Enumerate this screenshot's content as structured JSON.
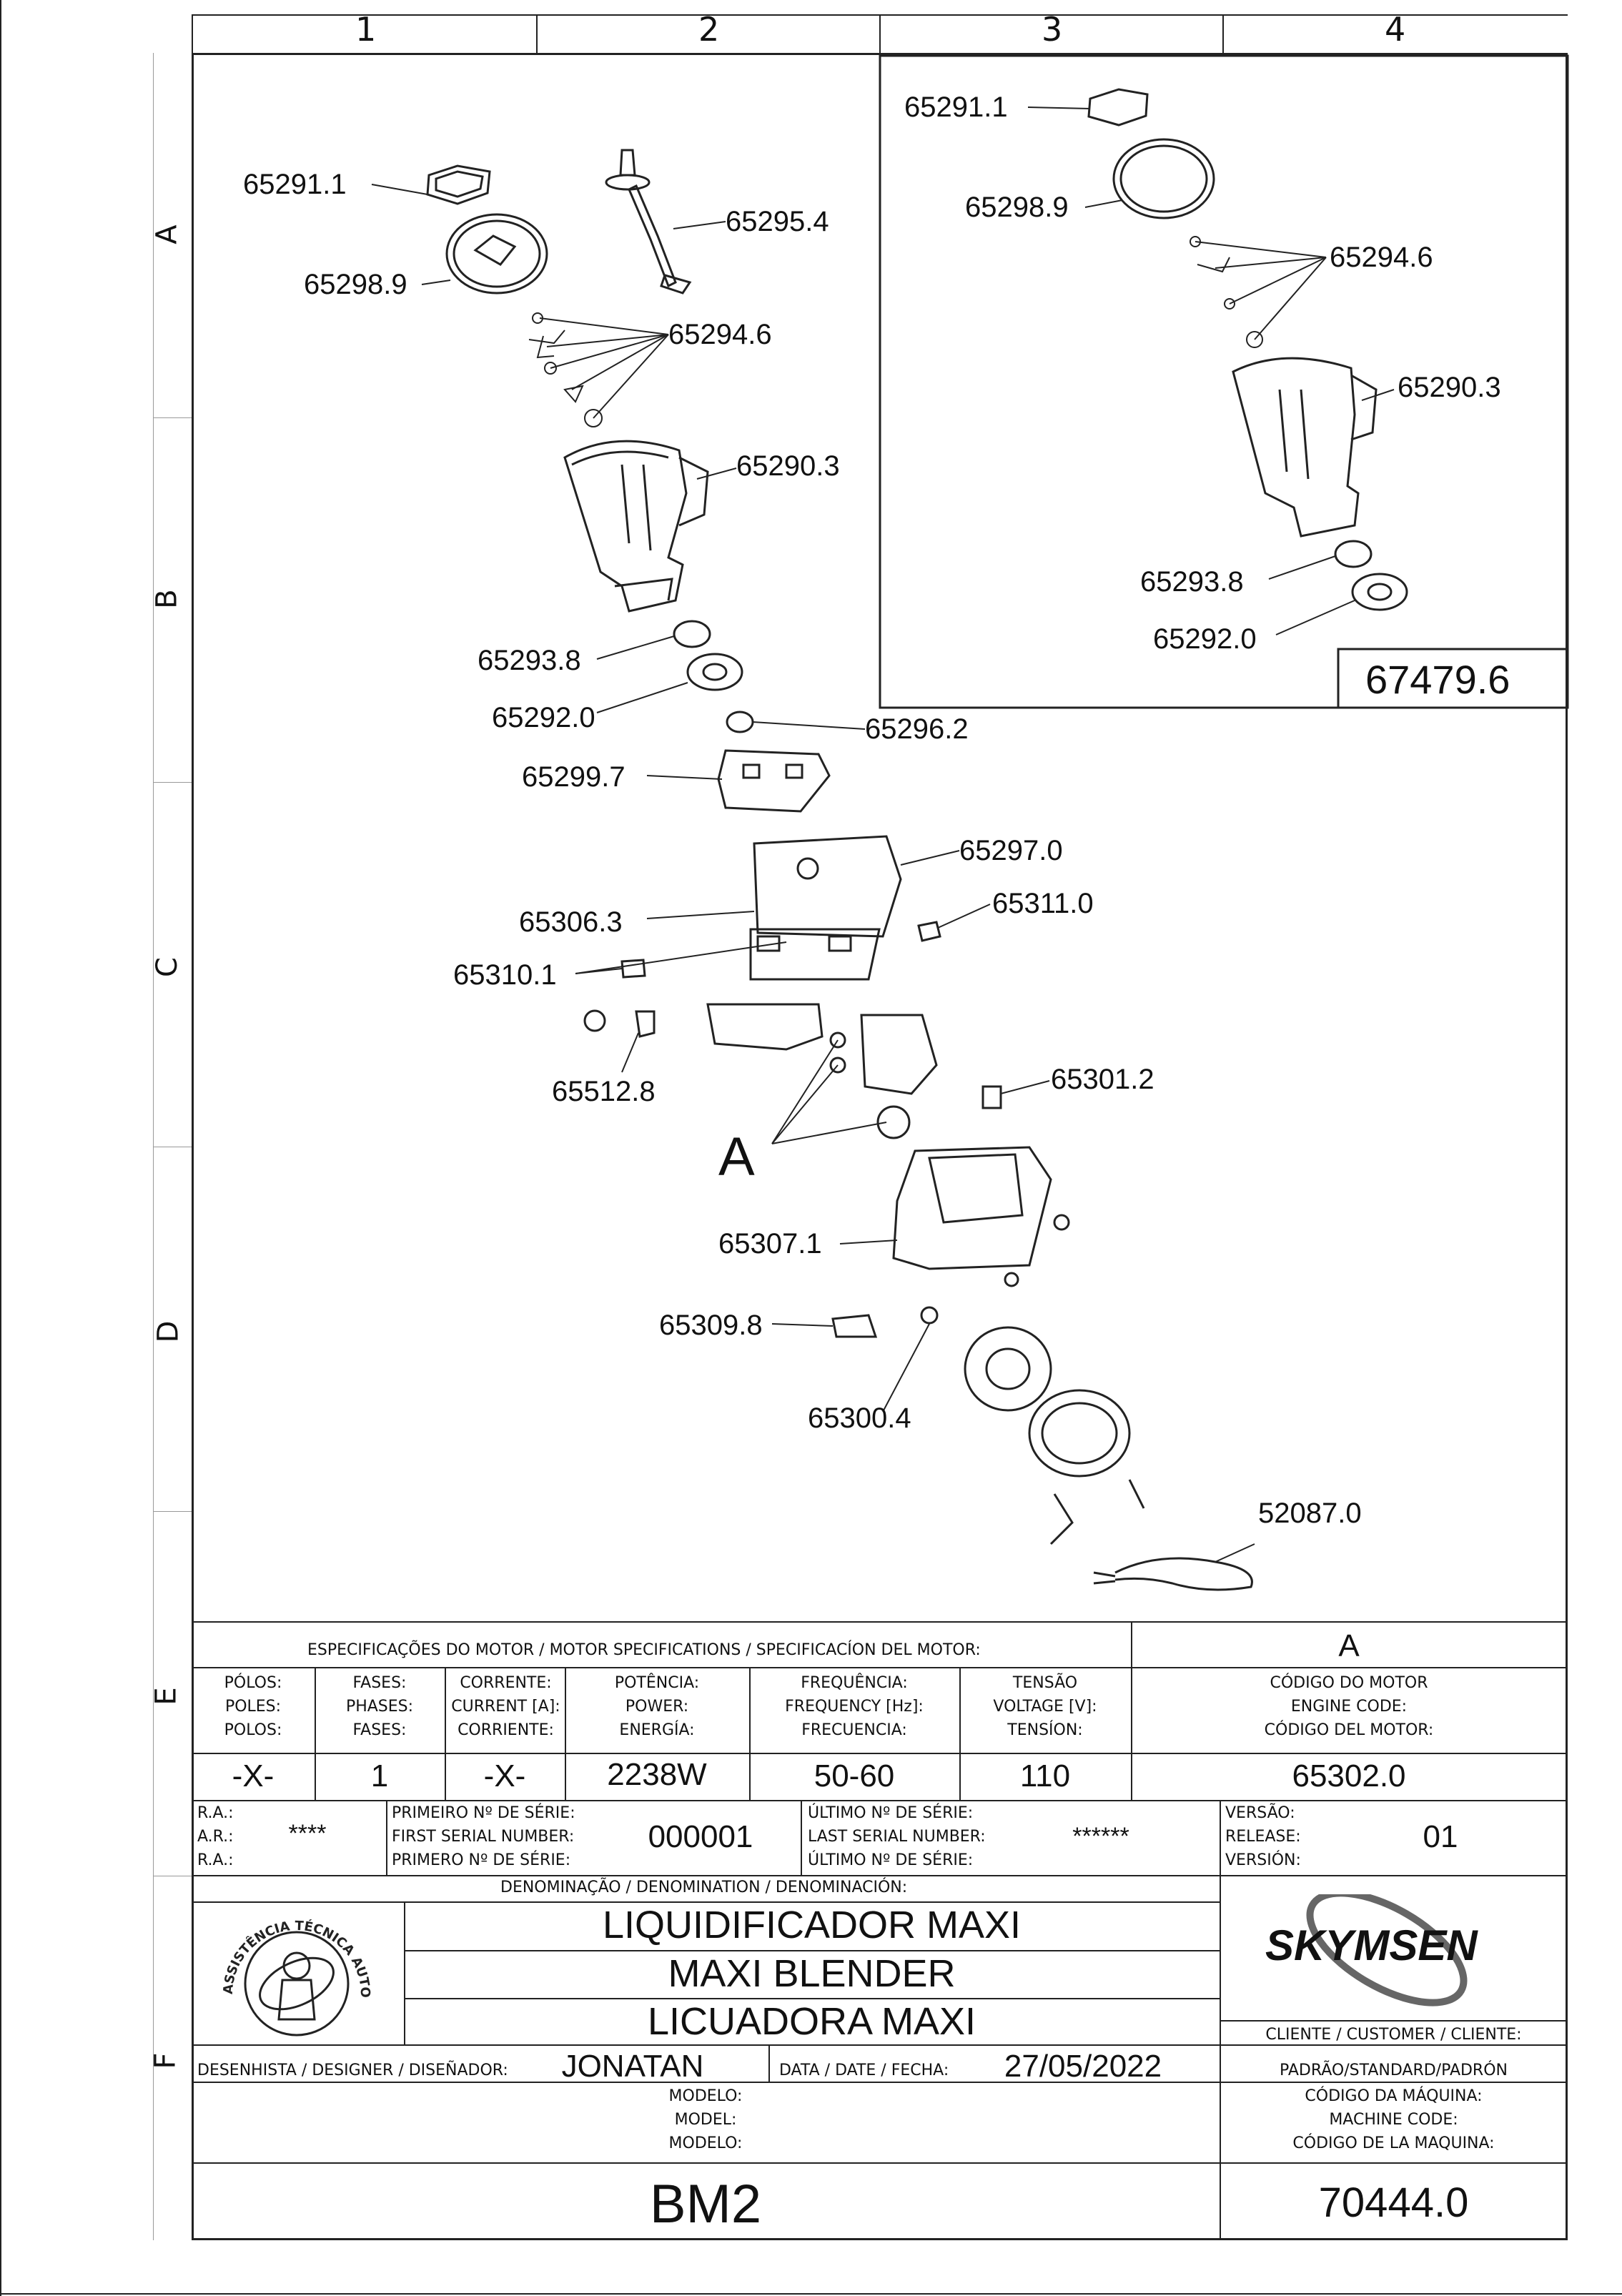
{
  "grid": {
    "columns": [
      "1",
      "2",
      "3",
      "4"
    ],
    "rows": [
      "A",
      "B",
      "C",
      "D",
      "E",
      "F"
    ]
  },
  "parts": {
    "main": [
      "65291.1",
      "65298.9",
      "65295.4",
      "65294.6",
      "65290.3",
      "65293.8",
      "65292.0",
      "65296.2",
      "65299.7",
      "65297.0",
      "65306.3",
      "65311.0",
      "65310.1",
      "65512.8",
      "65301.2",
      "A",
      "65307.1",
      "65309.8",
      "65300.4",
      "52087.0"
    ],
    "kit": [
      "65291.1",
      "65298.9",
      "65294.6",
      "65290.3",
      "65293.8",
      "65292.0"
    ],
    "kit_code": "67479.6"
  },
  "motor": {
    "header": "ESPECIFICAÇÕES DO MOTOR / MOTOR SPECIFICATIONS / SPECIFICACÍON DEL MOTOR:",
    "motor_ref": "A",
    "columns": [
      {
        "label": "PÓLOS:\nPOLES:\nPOLOS:",
        "value": "-X-"
      },
      {
        "label": "FASES:\nPHASES:\nFASES:",
        "value": "1"
      },
      {
        "label": "CORRENTE:\nCURRENT [A]:\nCORRIENTE:",
        "value": "-X-"
      },
      {
        "label": "POTÊNCIA:\nPOWER:\nENERGÍA:",
        "value": "2238W"
      },
      {
        "label": "FREQUÊNCIA:\nFREQUENCY [Hz]:\nFRECUENCIA:",
        "value": "50-60"
      },
      {
        "label": "TENSÃO\nVOLTAGE [V]:\nTENSÍON:",
        "value": "110"
      },
      {
        "label": "CÓDIGO DO MOTOR\nENGINE CODE:\nCÓDIGO DEL MOTOR:",
        "value": "65302.0"
      }
    ]
  },
  "serial": {
    "ra_label": "R.A.:\nA.R.:\nR.A.:",
    "ra_value": "****",
    "first_label": "PRIMEIRO Nº DE SÉRIE:\nFIRST SERIAL NUMBER:\nPRIMERO Nº DE SÉRIE:",
    "first_value": "000001",
    "last_label": "ÚLTIMO Nº DE SÉRIE:\nLAST SERIAL NUMBER:\nÚLTIMO Nº DE SÉRIE:",
    "last_value": "******",
    "version_label": "VERSÃO:\nRELEASE:\nVERSIÓN:",
    "version_value": "01"
  },
  "denomination": {
    "header": "DENOMINAÇÃO / DENOMINATION / DENOMINACIÓN:",
    "pt": "LIQUIDIFICADOR MAXI",
    "en": "MAXI BLENDER",
    "es": "LICUADORA MAXI"
  },
  "stamp_text": "ASSISTÊNCIA TÉCNICA AUTORIZADA",
  "brand": "SKYMSEN",
  "customer_label": "CLIENTE / CUSTOMER / CLIENTE:",
  "customer_value": "PADRÃO/STANDARD/PADRÓN",
  "designer_label": "DESENHISTA / DESIGNER / DISEÑADOR:",
  "designer_value": "JONATAN",
  "date_label": "DATA / DATE / FECHA:",
  "date_value": "27/05/2022",
  "model_label": "MODELO:\nMODEL:\nMODELO:",
  "model_value": "BM2",
  "machine_code_label": "CÓDIGO DA MÁQUINA:\nMACHINE CODE:\nCÓDIGO DE LA MAQUINA:",
  "machine_code_value": "70444.0"
}
